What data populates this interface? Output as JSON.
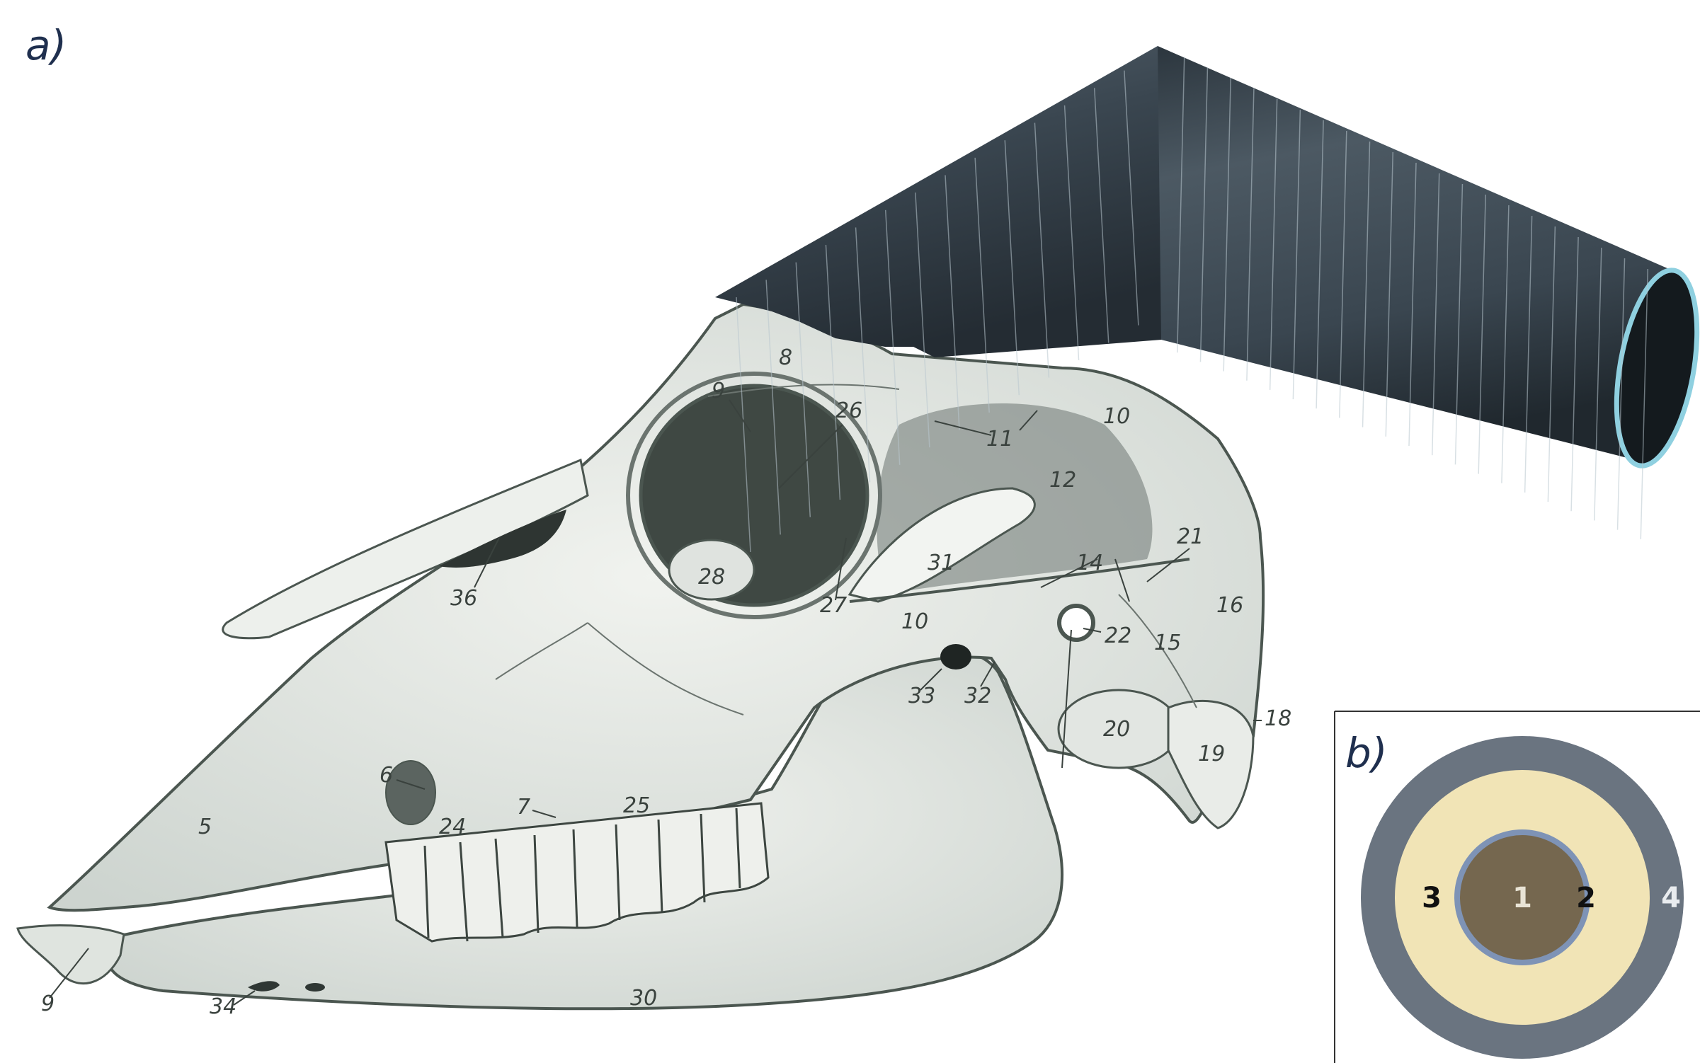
{
  "panel_a": {
    "label": "a)",
    "numbers": [
      "8",
      "9",
      "26",
      "10",
      "11",
      "12",
      "31",
      "28",
      "27",
      "36",
      "21",
      "14",
      "16",
      "22",
      "15",
      "33",
      "32",
      "20",
      "18",
      "19",
      "6",
      "7",
      "24",
      "25",
      "5",
      "9",
      "34",
      "30",
      "10"
    ]
  },
  "panel_b": {
    "label": "b)",
    "layers": [
      {
        "id": "1",
        "color": "#75674f"
      },
      {
        "id": "2",
        "color": "#7e93b6"
      },
      {
        "id": "3",
        "color": "#f1e4b6"
      },
      {
        "id": "4",
        "color": "#6a7480"
      }
    ]
  },
  "colors": {
    "bone_fill": "#e7ebe6",
    "bone_line": "#4b5650",
    "shadow": "#333c38",
    "tube": "#3a4650",
    "tube_dark": "#242c33",
    "tube_rim": "#8fd0e0"
  }
}
